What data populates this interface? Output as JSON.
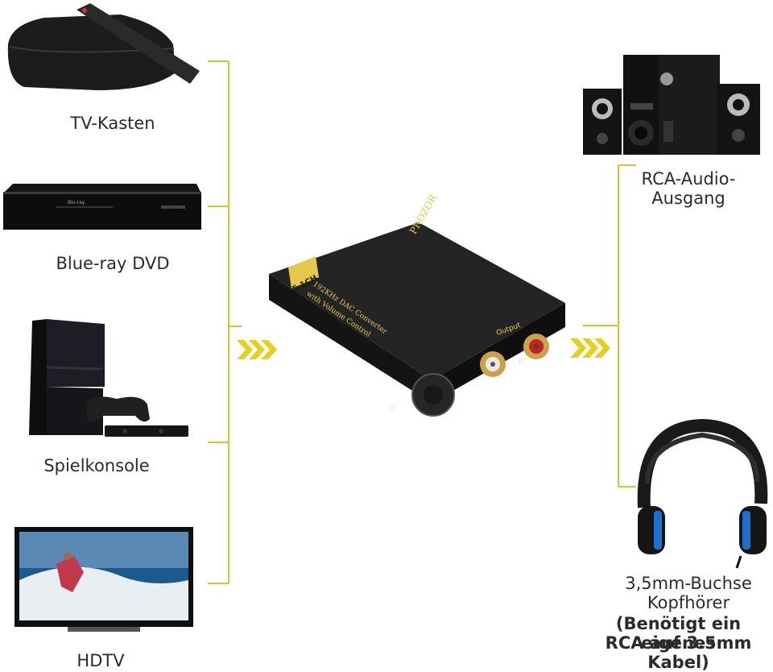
{
  "sources": [
    {
      "label": "TV-Kasten",
      "icon": "tv-box-icon"
    },
    {
      "label": "Blue-ray DVD",
      "icon": "bluray-player-icon"
    },
    {
      "label": "Spielkonsole",
      "icon": "game-console-icon"
    },
    {
      "label": "HDTV",
      "icon": "hdtv-icon"
    }
  ],
  "device": {
    "brand": "PROZOR",
    "badge": "5.1CH",
    "line1": "192KHz DAC Converter",
    "line2": "with Volume Control",
    "output_label": "Output",
    "r_label": "R",
    "v_label": "V-"
  },
  "outputs": [
    {
      "line1": "RCA-Audio-",
      "line2": "Ausgang",
      "icon": "speaker-system-icon"
    },
    {
      "line1": "3,5mm-Buchse",
      "line2": "Kopfhörer",
      "note1": "(Benötigt ein eigenes",
      "note2": "RCA auf 3.5mm Kabel)",
      "icon": "headphones-icon"
    }
  ],
  "colors": {
    "connector": "#d9c528",
    "arrows": "#e6cf1e",
    "device": "#1e1e1e",
    "badge": "#e6c84a"
  }
}
